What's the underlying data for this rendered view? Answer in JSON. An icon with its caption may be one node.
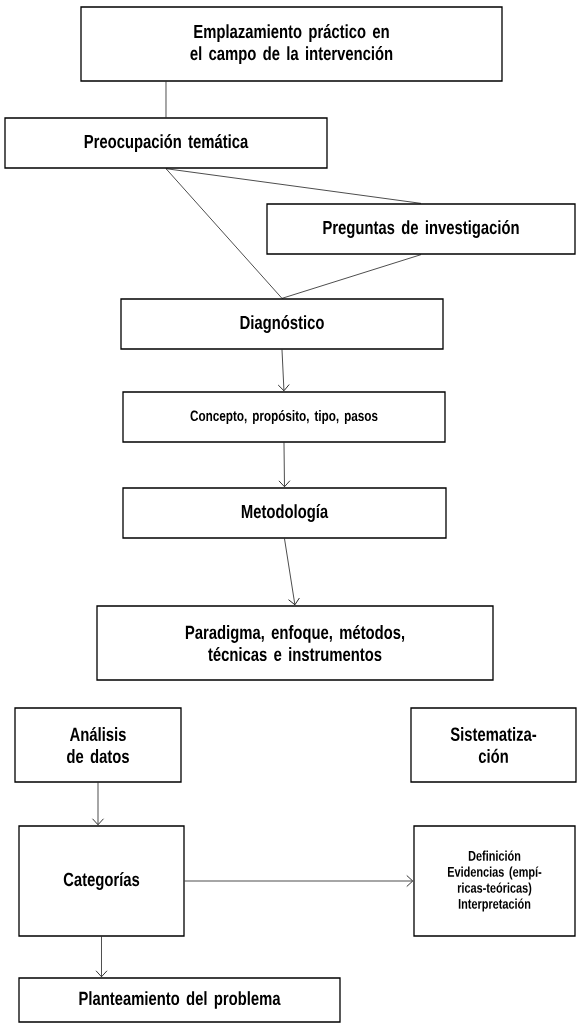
{
  "diagram": {
    "nodes": [
      {
        "text": [
          "Emplazamiento práctico en el campo de la intervención"
        ]
      },
      {
        "text": [
          "Preocupación temática"
        ]
      },
      {
        "text": [
          "Preguntas de investigación"
        ]
      },
      {
        "text": [
          "Diagnóstico"
        ]
      },
      {
        "text": [
          "Concepto, propósito, tipo, pasos"
        ]
      },
      {
        "text": [
          "Metodología"
        ]
      },
      {
        "text": [
          "Paradigma, enfoque, métodos, técnicas e instrumentos"
        ]
      },
      {
        "text": [
          "Análisis de datos"
        ]
      },
      {
        "text": [
          "Sistematiza- ción"
        ]
      },
      {
        "text": [
          "Categorías"
        ]
      },
      {
        "text": [
          "Definición",
          "Evidencias (empí- ricas-teóricas)",
          "Interpretación"
        ]
      },
      {
        "text": [
          "Planteamiento del problema"
        ]
      }
    ],
    "edges": [
      {
        "from": 0,
        "to": 1,
        "arrow": "none"
      },
      {
        "from": 1,
        "to": 3,
        "arrow": "none"
      },
      {
        "from": 1,
        "to": 2,
        "arrow": "none"
      },
      {
        "from": 2,
        "to": 3,
        "arrow": "none"
      },
      {
        "from": 3,
        "to": 4,
        "arrow": "to"
      },
      {
        "from": 4,
        "to": 5,
        "arrow": "to"
      },
      {
        "from": 5,
        "to": 6,
        "arrow": "to"
      },
      {
        "from": 7,
        "to": 9,
        "arrow": "to"
      },
      {
        "from": 9,
        "to": 10,
        "arrow": "to"
      },
      {
        "from": 9,
        "to": 11,
        "arrow": "to"
      }
    ]
  }
}
